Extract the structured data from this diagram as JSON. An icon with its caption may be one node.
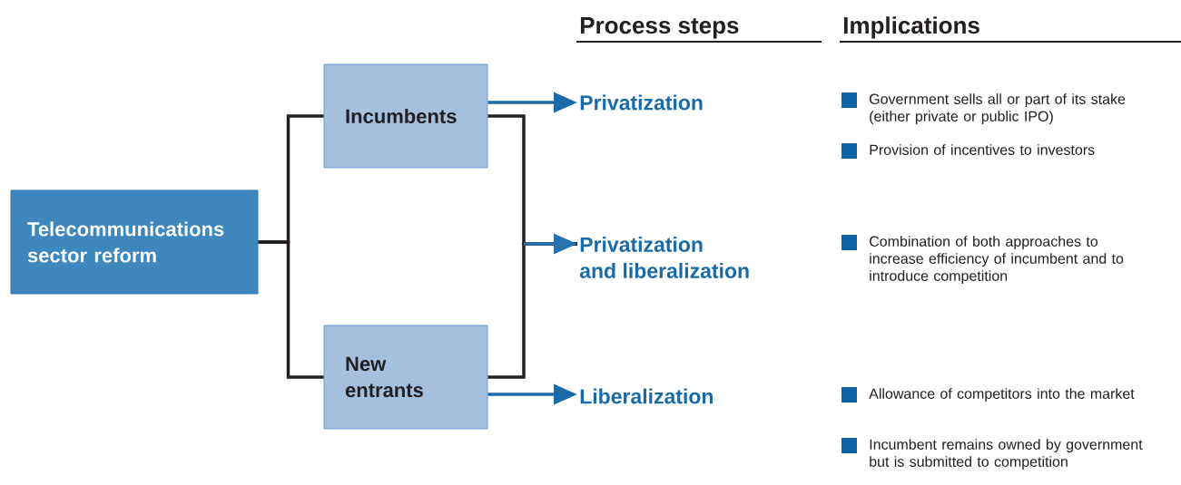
{
  "diagram": {
    "nodes": [
      {
        "text": [
          "Telecommunications sector reform"
        ]
      },
      {
        "text": [
          "Incumbents"
        ]
      },
      {
        "text": [
          "New entrants"
        ]
      },
      {
        "text": [
          "Privatization"
        ]
      },
      {
        "text": [
          "Privatization and liberalization"
        ]
      },
      {
        "text": [
          "Liberalization"
        ]
      }
    ],
    "edges": [
      {
        "from": 0,
        "to": 1,
        "arrow": "none"
      },
      {
        "from": 0,
        "to": 2,
        "arrow": "none"
      },
      {
        "from": 1,
        "to": 3,
        "arrow": "to",
        "color": "#1b6aa9"
      },
      {
        "from": 1,
        "to": 4,
        "arrow": "to"
      },
      {
        "from": 2,
        "to": 4,
        "arrow": "to"
      },
      {
        "from": 2,
        "to": 5,
        "arrow": "to",
        "color": "#1b6aa9"
      }
    ],
    "labels": [
      "Process steps",
      "Implications",
      "Government sells all or part of its stake (either private or public IPO)",
      "Provision of incentives to investors",
      "Combination of both approaches to increase efficiency of incumbent and to introduce competition",
      "Allowance of competitors into the market",
      "Incumbent remains owned by government but is submitted to competition"
    ]
  }
}
